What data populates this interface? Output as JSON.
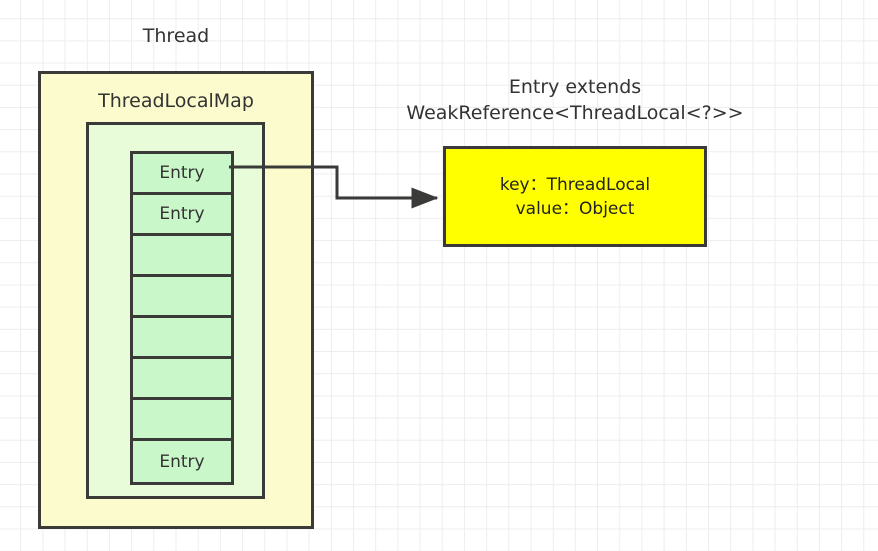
{
  "diagram": {
    "thread": {
      "label": "Thread"
    },
    "thread_local_map": {
      "label": "ThreadLocalMap",
      "cells": [
        {
          "label": "Entry"
        },
        {
          "label": "Entry"
        },
        {
          "label": ""
        },
        {
          "label": ""
        },
        {
          "label": ""
        },
        {
          "label": ""
        },
        {
          "label": ""
        },
        {
          "label": "Entry"
        }
      ]
    },
    "entry_detail": {
      "caption_line1": "Entry extends",
      "caption_line2": "WeakReference<ThreadLocal<?>>",
      "key_line": "key：ThreadLocal",
      "value_line": "value：Object"
    },
    "connector": {
      "name": "entry-to-detail-arrow"
    },
    "colors": {
      "thread_box_fill": "#fcfbcd",
      "map_panel_fill": "#e8fcd9",
      "cell_fill": "#caf7ca",
      "entry_box_fill": "#ffff00",
      "stroke": "#3a3a38",
      "grid_line": "#ededed",
      "text": "#333333"
    }
  }
}
